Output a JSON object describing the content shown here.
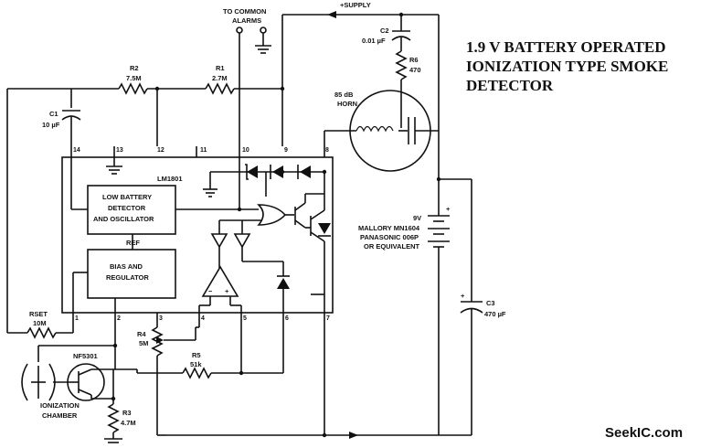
{
  "title": {
    "line1": "1.9 V BATTERY OPERATED",
    "line2": "IONIZATION TYPE SMOKE",
    "line3": "DETECTOR"
  },
  "watermark": "SeekIC.com",
  "ic": {
    "name": "LM1801"
  },
  "blocks": {
    "osc_line1": "LOW BATTERY",
    "osc_line2": "DETECTOR",
    "osc_line3": "AND OSCILLATOR",
    "ref": "REF",
    "bias_line1": "BIAS AND",
    "bias_line2": "REGULATOR"
  },
  "pins": [
    "14",
    "13",
    "12",
    "11",
    "10",
    "9",
    "8",
    "1",
    "2",
    "3",
    "4",
    "5",
    "6",
    "7"
  ],
  "components": {
    "c1_name": "C1",
    "c1_value": "10 µF",
    "r2_name": "R2",
    "r2_value": "7.5M",
    "r1_name": "R1",
    "r1_value": "2.7M",
    "alarms_line1": "TO COMMON",
    "alarms_line2": "ALARMS",
    "supply": "+SUPPLY",
    "c2_name": "C2",
    "c2_value": "0.01 µF",
    "r6_name": "R6",
    "r6_value": "470",
    "horn_line1": "85 dB",
    "horn_line2": "HORN",
    "battery_line1": "9V",
    "battery_line2": "MALLORY MN1604",
    "battery_line3": "PANASONIC 006P",
    "battery_line4": "OR EQUIVALENT",
    "c3_name": "C3",
    "c3_value": "470 µF",
    "rset_name": "RSET",
    "rset_value": "10M",
    "fet": "NF5301",
    "r4_name": "R4",
    "r4_value": "5M",
    "r5_name": "R5",
    "r5_value": "51k",
    "chamber_line1": "IONIZATION",
    "chamber_line2": "CHAMBER",
    "r3_name": "R3",
    "r3_value": "4.7M"
  }
}
